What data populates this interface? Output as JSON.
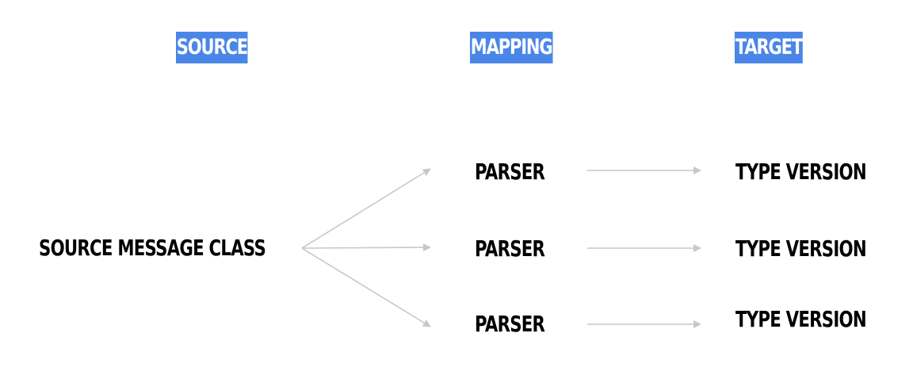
{
  "header": {
    "source_label": "SOURCE",
    "mapping_label": "MAPPING",
    "target_label": "TARGET"
  },
  "nodes": {
    "source": "SOURCE MESSAGE CLASS",
    "parsers": [
      "PARSER",
      "PARSER",
      "PARSER"
    ],
    "targets": [
      "TYPE VERSION",
      "TYPE VERSION",
      "TYPE VERSION"
    ]
  },
  "colors": {
    "header_bg": "#4a86e8",
    "header_text": "#ffffff",
    "label_text": "#000000",
    "edge": "#c8c8c8"
  }
}
